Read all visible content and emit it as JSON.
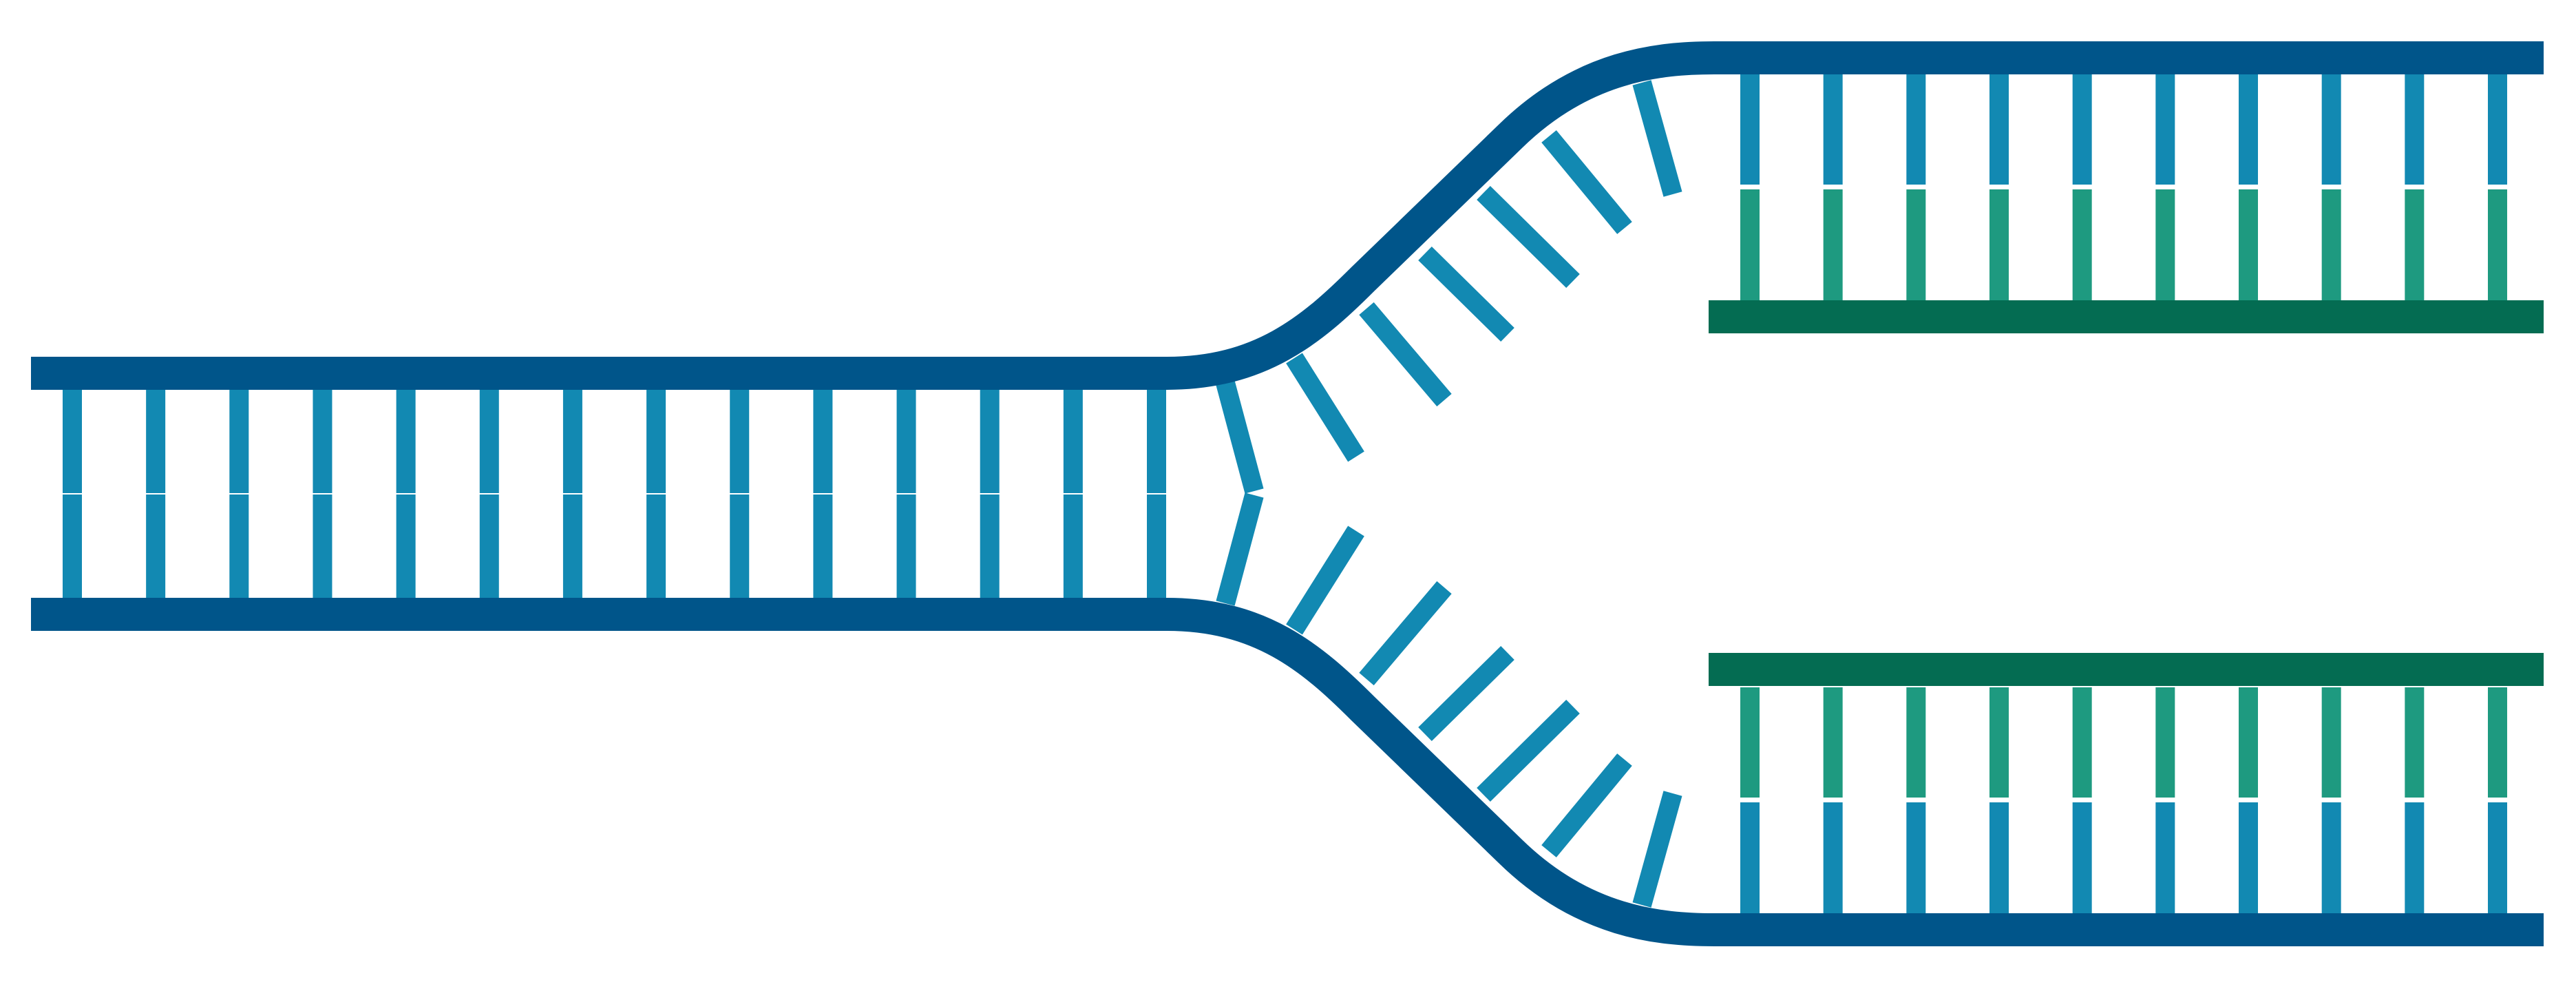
{
  "diagram": {
    "kind": "dna-replication-fork",
    "colors": {
      "parental_backbone": "#00558a",
      "parental_base": "#1289b2",
      "daughter_backbone": "#046c52",
      "daughter_base": "#1e9a80",
      "background": "#ffffff"
    },
    "parental_helix_base_pairs": 14,
    "unpaired_bases_per_strand": 6,
    "daughter_duplexes": [
      {
        "position": "upper",
        "base_pairs": 10
      },
      {
        "position": "lower",
        "base_pairs": 10
      }
    ]
  }
}
